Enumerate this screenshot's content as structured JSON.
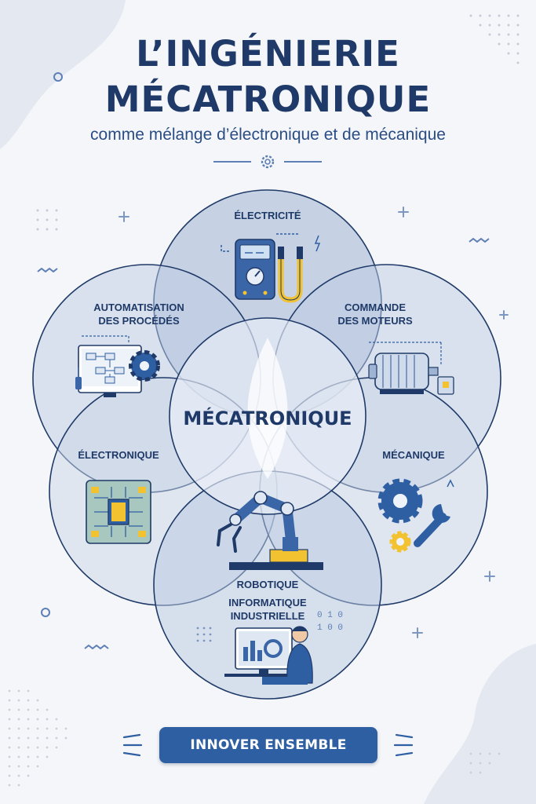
{
  "header": {
    "title_line1": "L’INGÉNIERIE",
    "title_line2": "MÉCATRONIQUE",
    "subtitle": "comme mélange d’électronique et de mécanique"
  },
  "diagram": {
    "center_label": "MÉCATRONIQUE",
    "domains": {
      "electricite": "ÉLECTRICITÉ",
      "automatisation_l1": "AUTOMATISATION",
      "automatisation_l2": "DES PROCÉDÉS",
      "commande_l1": "COMMANDE",
      "commande_l2": "DES MOTEURS",
      "electronique": "ÉLECTRONIQUE",
      "mecanique": "MÉCANIQUE",
      "robotique": "ROBOTIQUE",
      "informatique_l1": "INFORMATIQUE",
      "informatique_l2": "INDUSTRIELLE"
    },
    "binary_l1": "0 1 0",
    "binary_l2": "1 0 0",
    "icons": [
      "multimeter-icon",
      "flowchart-monitor-icon",
      "gear-icon",
      "electric-motor-icon",
      "microchip-icon",
      "gears-wrench-icon",
      "robot-arm-icon",
      "engineer-computer-icon",
      "settings-gear-icon"
    ],
    "colors": {
      "navy": "#1f3a68",
      "blue": "#2f5fa3",
      "circle_fill": "#c9d5e8",
      "accent_yellow": "#f2c230"
    }
  },
  "footer": {
    "cta_label": "INNOVER ENSEMBLE"
  }
}
